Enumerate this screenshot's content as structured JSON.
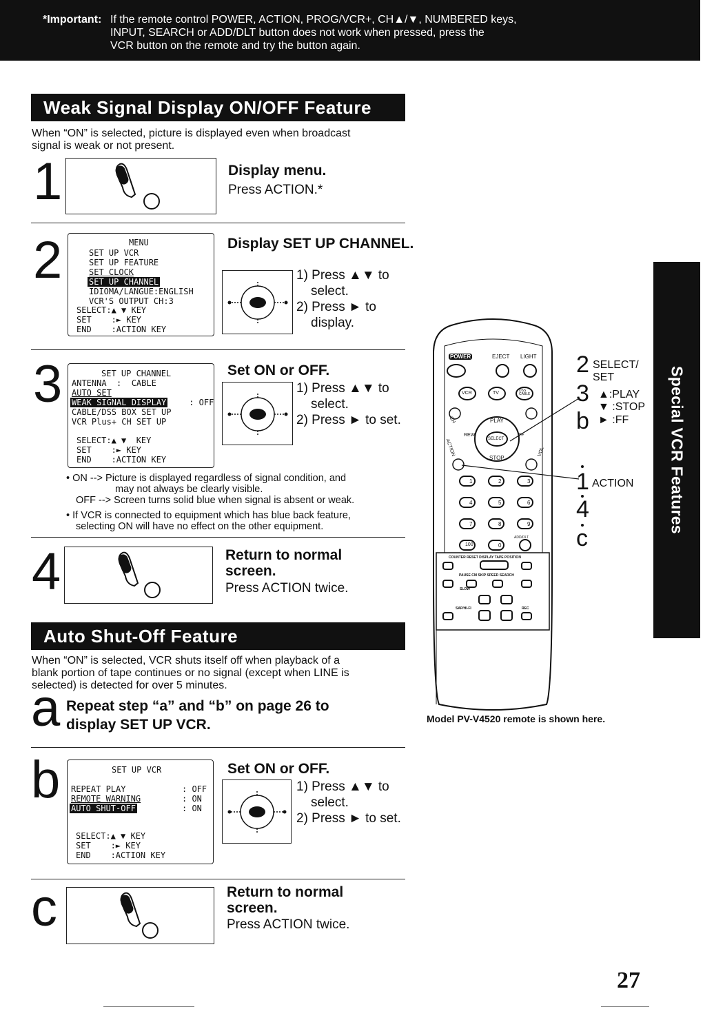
{
  "banner": {
    "label": "*Important:",
    "line1": "If the remote control POWER, ACTION, PROG/VCR+, CH▲/▼, NUMBERED keys,",
    "line2": "INPUT,  SEARCH or ADD/DLT button does not work when pressed, press the",
    "line3": "VCR button on the remote and try the button again."
  },
  "weak": {
    "title": "Weak Signal Display ON/OFF Feature",
    "intro1": "When “ON” is selected, picture is displayed even when broadcast",
    "intro2": "signal is weak or not present.",
    "step1": {
      "num": "1",
      "heading": "Display menu.",
      "body": "Press ACTION.*"
    },
    "step2": {
      "num": "2",
      "heading": "Display SET UP CHANNEL.",
      "osd": {
        "title": "MENU",
        "l1": "SET UP VCR",
        "l2": "SET UP FEATURE",
        "l3": "SET CLOCK",
        "l4": "SET UP CHANNEL",
        "l5": "IDIOMA/LANGUE:ENGLISH",
        "l6": "VCR'S OUTPUT CH:3",
        "l7": "SELECT:▲ ▼ KEY",
        "l8": "SET    :► KEY",
        "l9": "END    :ACTION KEY"
      },
      "p1a": "1) Press ▲▼ to",
      "p1b": "select.",
      "p2a": "2) Press ► to",
      "p2b": "display."
    },
    "step3": {
      "num": "3",
      "heading": "Set ON or OFF.",
      "osd": {
        "title": "SET UP CHANNEL",
        "l1": "ANTENNA  :  CABLE",
        "l2": "AUTO SET",
        "l3": "WEAK SIGNAL DISPLAY",
        "l3b": " : OFF",
        "l4": "CABLE/DSS BOX SET UP",
        "l5": "VCR Plus+ CH SET UP",
        "l6": "SELECT:▲ ▼  KEY",
        "l7": "SET    :► KEY",
        "l8": "END    :ACTION KEY"
      },
      "p1a": "1) Press ▲▼ to",
      "p1b": "select.",
      "p2": "2) Press ► to set."
    },
    "notes": {
      "n1a": "• ON --> Picture is displayed regardless of signal condition, and",
      "n1b": "may not always be clearly visible.",
      "n1c": "OFF --> Screen turns solid blue when signal is absent or weak.",
      "n2a": "• If VCR is connected to equipment which has blue back feature,",
      "n2b": "selecting ON will have no effect on the other equipment."
    },
    "step4": {
      "num": "4",
      "heading1": "Return to normal",
      "heading2": "screen.",
      "body": "Press ACTION twice."
    }
  },
  "auto": {
    "title": "Auto Shut-Off Feature",
    "intro1": "When “ON” is selected, VCR shuts itself off when playback of a",
    "intro2": "blank portion of tape continues or no signal (except when LINE is",
    "intro3": "selected) is detected for over 5 minutes.",
    "stepa": {
      "num": "a",
      "heading1": "Repeat step “a” and “b” on page 26 to",
      "heading2": "display SET UP VCR."
    },
    "stepb": {
      "num": "b",
      "heading": "Set ON or OFF.",
      "osd": {
        "title": "SET UP VCR",
        "l1": "REPEAT PLAY",
        "l1v": ": OFF",
        "l2": "REMOTE WARNING",
        "l2v": ": ON",
        "l3": "AUTO SHUT-OFF",
        "l3v": ": ON",
        "l4": "SELECT:▲ ▼ KEY",
        "l5": "SET    :► KEY",
        "l6": "END    :ACTION KEY"
      },
      "p1a": "1) Press ▲▼ to",
      "p1b": "select.",
      "p2": "2) Press ► to set."
    },
    "stepc": {
      "num": "c",
      "heading1": "Return to normal",
      "heading2": "screen.",
      "body": "Press ACTION twice."
    }
  },
  "remote": {
    "buttons": {
      "power": "POWER",
      "eject": "EJECT",
      "light": "LIGHT",
      "vcr": "VCR",
      "tv": "TV",
      "dss": "DSS CABLE",
      "play": "PLAY",
      "rew": "REW",
      "ff": "FF",
      "select": "SELECT",
      "stop": "STOP",
      "action": "ACTION",
      "ch": "CH",
      "vol": "VOL",
      "k1": "1",
      "k2": "2",
      "k3": "3",
      "k4": "4",
      "k5": "5",
      "k6": "6",
      "k7": "7",
      "k8": "8",
      "k9": "9",
      "k100": "100",
      "k0": "0",
      "adddlt": "ADD/DLT",
      "row1": "COUNTER RESET  DISPLAY  TAPE POSITION",
      "row2": "PAUSE  CM SKIP  SPEED  SEARCH",
      "slow": "SLOW",
      "saphifi": "SAP/HI-FI",
      "rec": "REC"
    },
    "labels": {
      "n2": "2",
      "n3": "3",
      "nb": "b",
      "select_set1": "SELECT/",
      "select_set2": "SET",
      "play": "▲:PLAY",
      "stop": "▼ :STOP",
      "ff": "► :FF",
      "n1": "1",
      "n4": "4",
      "nc": "c",
      "action": "ACTION"
    },
    "caption": "Model PV-V4520 remote is shown here."
  },
  "sidetab": "Special VCR Features",
  "page_number": "27"
}
